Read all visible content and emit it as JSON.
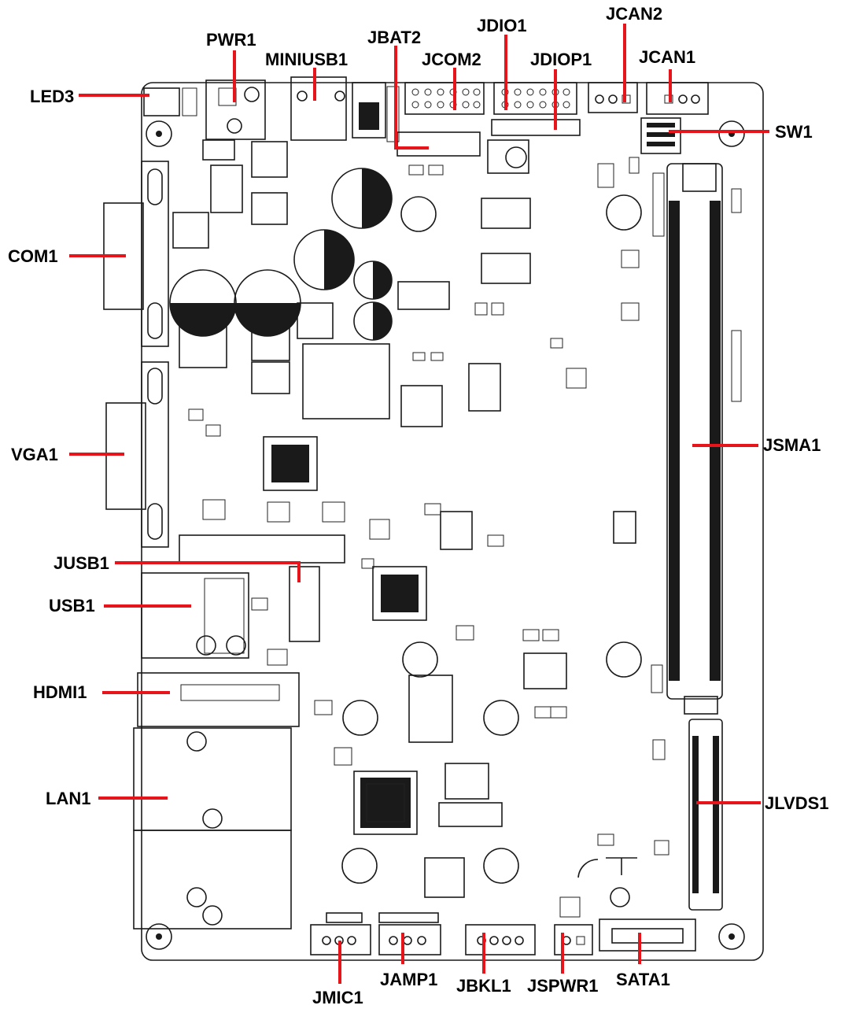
{
  "labels": {
    "led3": "LED3",
    "pwr1": "PWR1",
    "miniusb1": "MINIUSB1",
    "jbat2": "JBAT2",
    "jcom2": "JCOM2",
    "jdio1": "JDIO1",
    "jdiop1": "JDIOP1",
    "jcan2": "JCAN2",
    "jcan1": "JCAN1",
    "sw1": "SW1",
    "com1": "COM1",
    "vga1": "VGA1",
    "jsma1": "JSMA1",
    "jusb1": "JUSB1",
    "usb1": "USB1",
    "hdmi1": "HDMI1",
    "lan1": "LAN1",
    "jlvds1": "JLVDS1",
    "jmic1": "JMIC1",
    "jamp1": "JAMP1",
    "jbkl1": "JBKL1",
    "jspwr1": "JSPWR1",
    "sata1": "SATA1"
  },
  "colors": {
    "leader": "#e8141b",
    "outline": "#1a1a1a",
    "background": "#ffffff"
  }
}
